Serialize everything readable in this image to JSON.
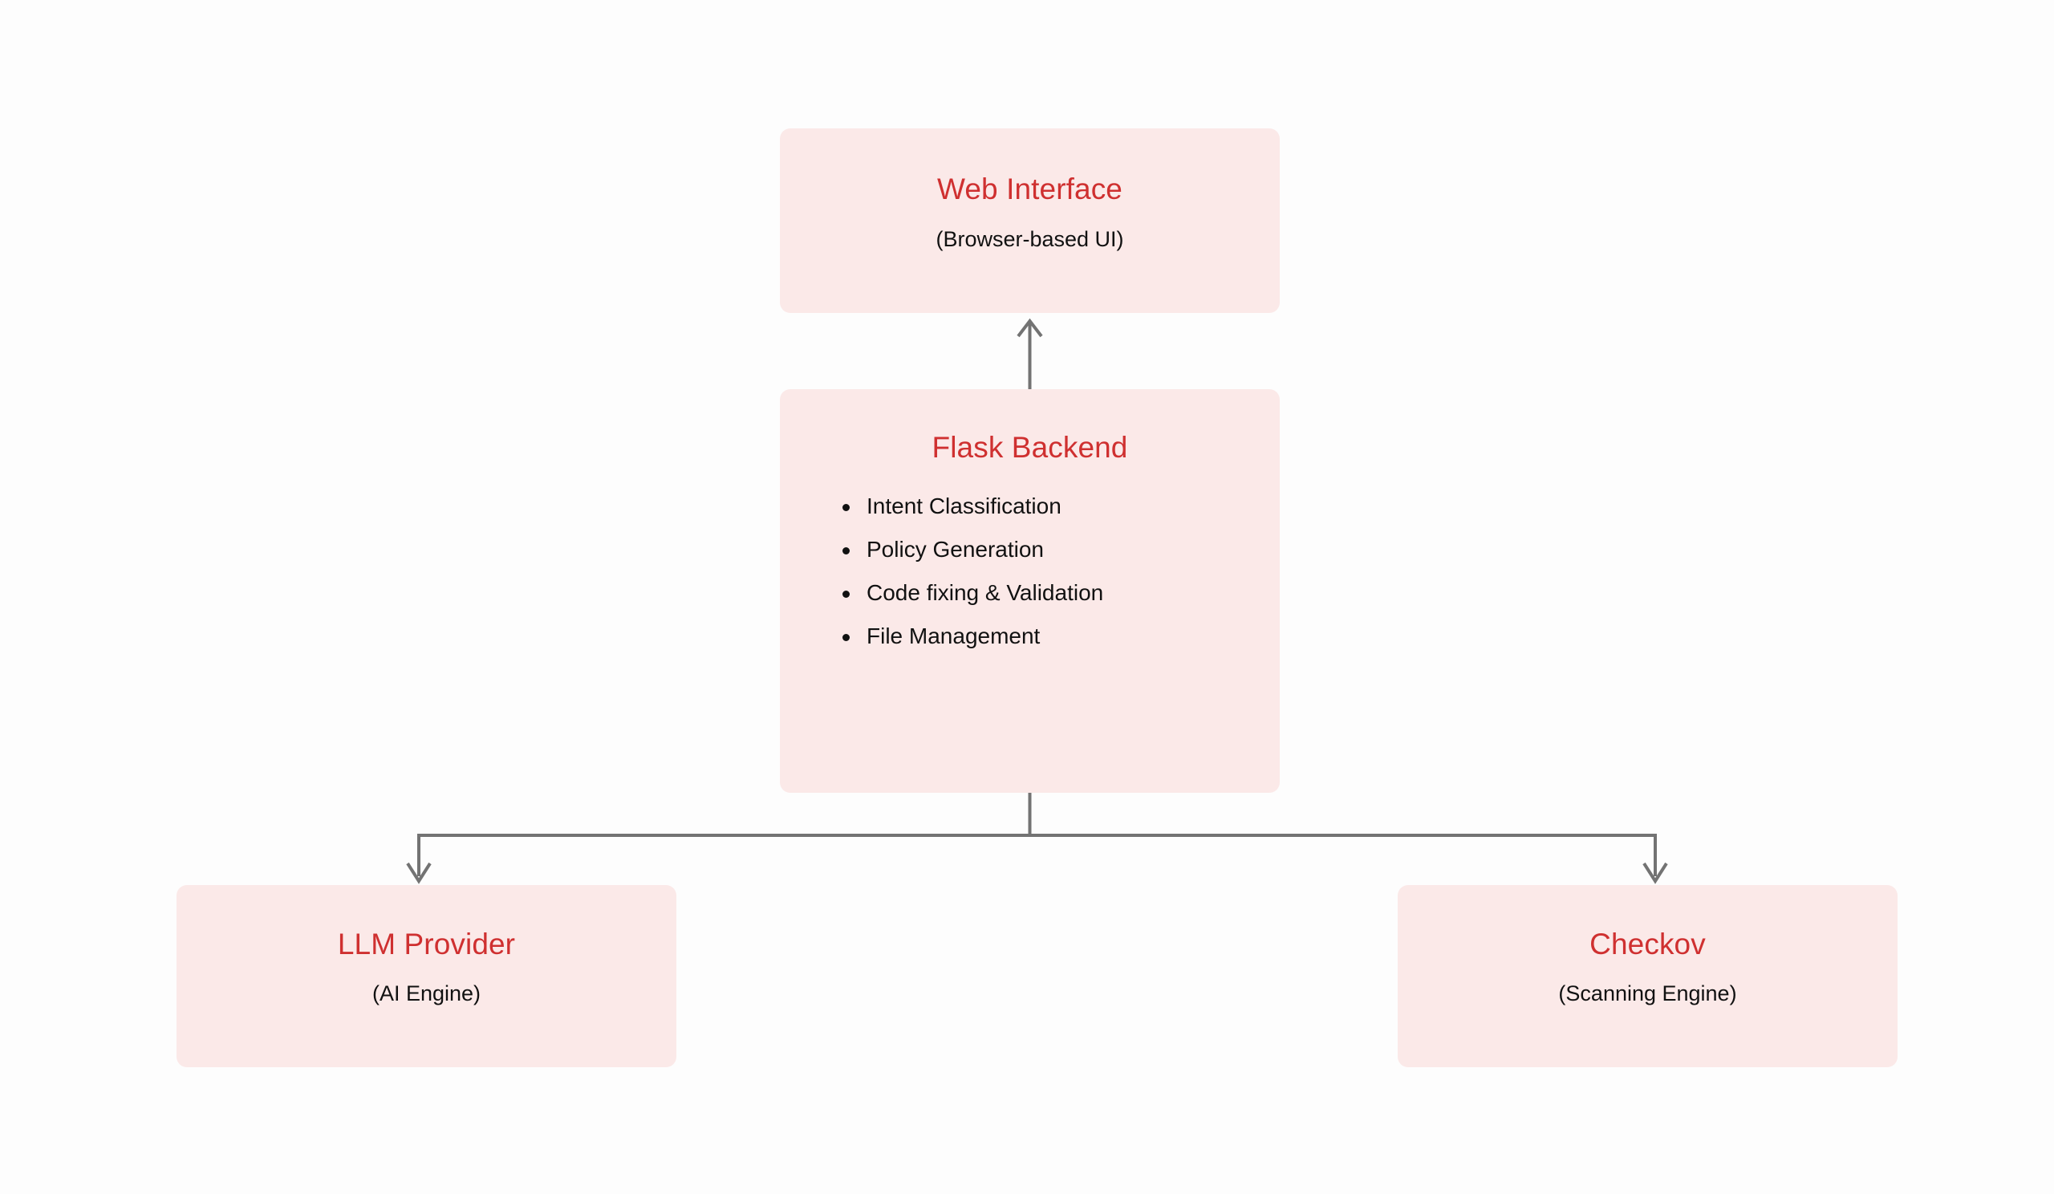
{
  "diagram": {
    "type": "architecture-flow",
    "background_color": "#fdfdfd",
    "box_fill_color": "#fbe9e8",
    "title_color": "#cf3030",
    "subtitle_color": "#111111",
    "connector_color": "#737373",
    "nodes": [
      {
        "id": "web-interface",
        "title": "Web Interface",
        "subtitle": "(Browser-based UI)"
      },
      {
        "id": "flask-backend",
        "title": "Flask Backend",
        "features": [
          "Intent Classification",
          "Policy Generation",
          "Code fixing & Validation",
          "File Management"
        ]
      },
      {
        "id": "llm-provider",
        "title": "LLM Provider",
        "subtitle": "(AI Engine)"
      },
      {
        "id": "checkov",
        "title": "Checkov",
        "subtitle": "(Scanning Engine)"
      }
    ],
    "connectors": [
      {
        "id": "flask-to-web",
        "from": "flask-backend",
        "to": "web-interface",
        "direction": "up",
        "arrowhead": "end"
      },
      {
        "id": "flask-to-llm",
        "from": "flask-backend",
        "to": "llm-provider",
        "direction": "down",
        "arrowhead": "end"
      },
      {
        "id": "flask-to-checkov",
        "from": "flask-backend",
        "to": "checkov",
        "direction": "down",
        "arrowhead": "end"
      }
    ]
  }
}
